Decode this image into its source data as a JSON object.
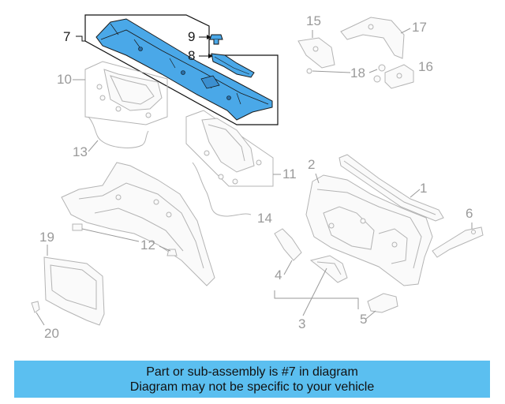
{
  "callouts": {
    "c1": "1",
    "c2": "2",
    "c3": "3",
    "c4": "4",
    "c5": "5",
    "c6": "6",
    "c7": "7",
    "c8": "8",
    "c9": "9",
    "c10": "10",
    "c11": "11",
    "c12": "12",
    "c13": "13",
    "c14": "14",
    "c15": "15",
    "c16": "16",
    "c17": "17",
    "c18": "18",
    "c19": "19",
    "c20": "20"
  },
  "colors": {
    "highlight": "#4aa8e8",
    "banner": "#5bbff0"
  },
  "banner": {
    "line1": "Part or sub-assembly is #7 in diagram",
    "line2": "Diagram may not be specific to your vehicle"
  }
}
